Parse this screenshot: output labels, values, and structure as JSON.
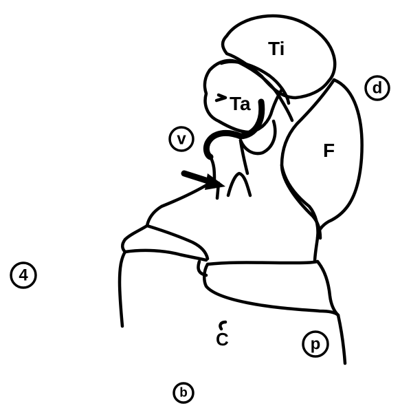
{
  "figure": {
    "part_labels": {
      "tibia": "Ti",
      "tarsus": "Ta",
      "femur": "F",
      "coxa": "C"
    },
    "circled_labels": {
      "dorsal": "d",
      "ventral": "v",
      "posterior": "p",
      "figure_number": "4",
      "panel": "b"
    }
  }
}
